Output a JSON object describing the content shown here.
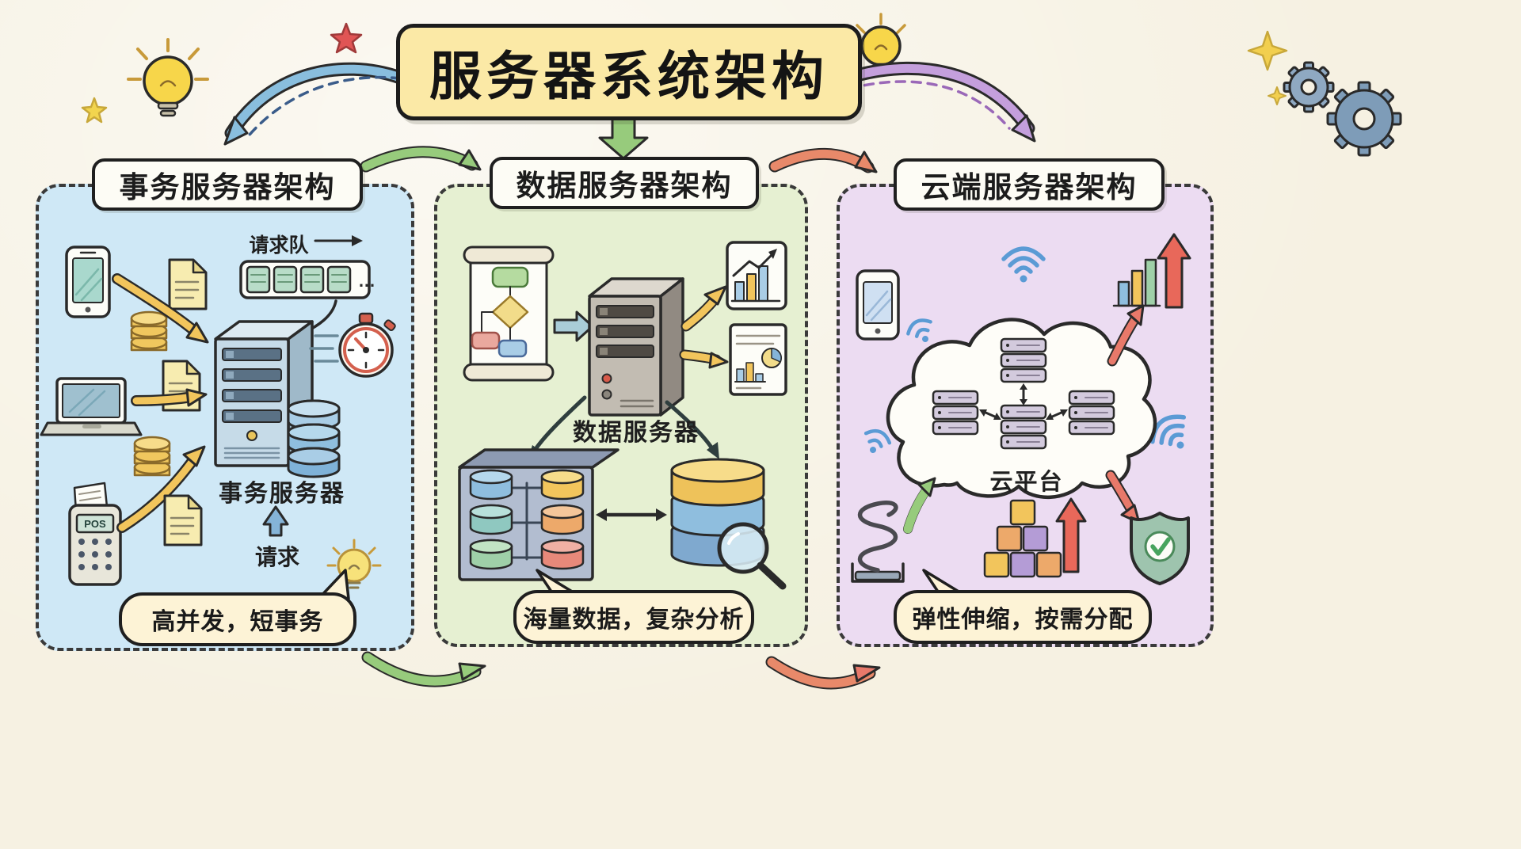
{
  "title": "服务器系统架构",
  "panels": {
    "transaction": {
      "header": "事务服务器架构",
      "queue_label": "请求队",
      "queue_ellipsis": "…",
      "pos_label": "POS",
      "server_label": "事务服务器",
      "request_label": "请求",
      "bubble": "高并发，短事务"
    },
    "data": {
      "header": "数据服务器架构",
      "server_label": "数据服务器",
      "bubble": "海量数据，复杂分析"
    },
    "cloud": {
      "header": "云端服务器架构",
      "platform_label": "云平台",
      "bubble": "弹性伸缩，按需分配"
    }
  },
  "icons": [
    "lightbulb-icon",
    "star-icon",
    "sparkle-icon",
    "gear-icon",
    "phone-icon",
    "document-icon",
    "coins-icon",
    "laptop-icon",
    "pos-terminal-icon",
    "request-queue-icon",
    "server-tower-icon",
    "stopwatch-icon",
    "database-icon",
    "flowchart-scroll-icon",
    "bar-chart-icon",
    "report-document-icon",
    "storage-array-icon",
    "database-search-icon",
    "magnifier-icon",
    "wifi-icon",
    "cloud-icon",
    "server-rack-icon",
    "spring-icon",
    "blocks-icon",
    "shield-check-icon",
    "speech-bubble",
    "arrow"
  ],
  "colors": {
    "background": "#f6f1e2",
    "title_bg": "#fbe9a6",
    "panel_transaction_bg": "#cfe8f6",
    "panel_data_bg": "#e6f0d2",
    "panel_cloud_bg": "#ecdcf2",
    "header_bg": "#fdfcf5",
    "bubble_bg": "#fdf3d6",
    "outline": "#2a2a2a",
    "arrow_blue": "#89bede",
    "arrow_green": "#97cb7c",
    "arrow_purple": "#c49fdc",
    "arrow_orange": "#e8896a",
    "arrow_yellow": "#f2c55c",
    "arrow_red": "#e8796a",
    "wifi_blue": "#5b9bd5"
  }
}
